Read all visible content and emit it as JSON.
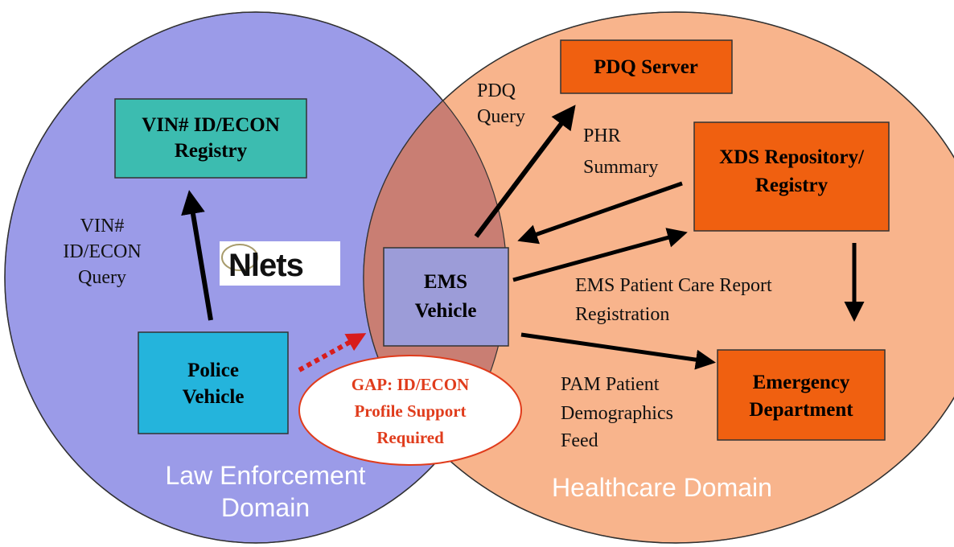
{
  "colors": {
    "law_enforcement_domain": "#9b9be8",
    "healthcare_domain": "#f8b48c",
    "overlap": "#c97e73",
    "registry_box": "#3cbcb0",
    "police_box": "#24b4dc",
    "ems_box": "#9c9cd8",
    "healthcare_box": "#f06010",
    "gap_text": "#e03c1c",
    "dashed_arrow": "#d81c1c"
  },
  "domains": {
    "law_enforcement": [
      "Law Enforcement",
      "Domain"
    ],
    "healthcare": "Healthcare Domain"
  },
  "nodes": {
    "vin_registry": [
      "VIN# ID/ECON",
      "Registry"
    ],
    "police_vehicle": [
      "Police",
      "Vehicle"
    ],
    "ems_vehicle": [
      "EMS",
      "Vehicle"
    ],
    "pdq_server": "PDQ Server",
    "xds_repository": [
      "XDS Repository/",
      "Registry"
    ],
    "emergency_department": [
      "Emergency",
      "Department"
    ]
  },
  "logo": {
    "text": "Nlets",
    "icon": "nlets-logo"
  },
  "edge_labels": {
    "vin_query": [
      "VIN#",
      "ID/ECON",
      "Query"
    ],
    "pdq_query": [
      "PDQ",
      "Query"
    ],
    "phr_summary": [
      "PHR",
      "Summary"
    ],
    "ems_report": [
      "EMS Patient Care Report",
      "Registration"
    ],
    "pam_feed": [
      "PAM Patient",
      "Demographics",
      "Feed"
    ]
  },
  "gap": [
    "GAP:  ID/ECON",
    "Profile Support",
    "Required"
  ]
}
